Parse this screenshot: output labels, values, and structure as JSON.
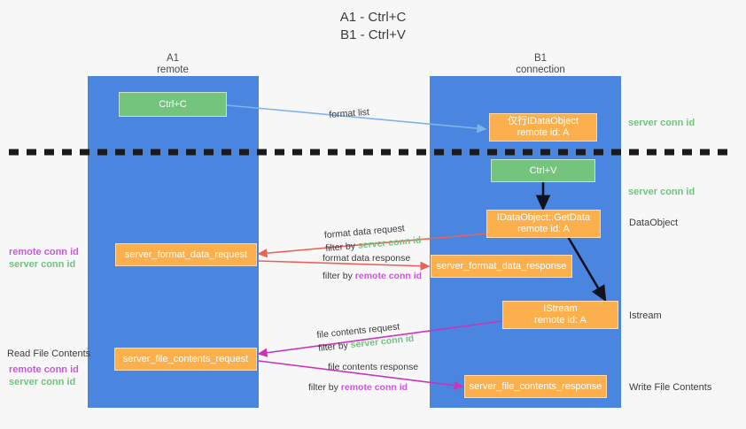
{
  "title": {
    "line1": "A1 - Ctrl+C",
    "line2": "B1 - Ctrl+V"
  },
  "colors": {
    "lane": "#4a86e0",
    "green_node": "#74c47e",
    "orange_node": "#fbb04d",
    "remote_conn_id": "#c45bd6",
    "server_conn_id": "#6fc47e",
    "arrow_lightblue": "#7fb4e8",
    "arrow_red": "#e8625a",
    "arrow_magenta": "#cc33bb",
    "arrow_dark": "#1a1a2e",
    "divider": "#1a1a1a",
    "background": "#f7f7f7"
  },
  "columns": [
    {
      "name": "A1",
      "sub": "remote"
    },
    {
      "name": "B1",
      "sub": "connection"
    }
  ],
  "nodes": {
    "ctrl_c": {
      "label": "Ctrl+C",
      "style": "green"
    },
    "idataobject": {
      "line1": "仅行IDataObject",
      "line2": "remote id: A",
      "style": "orange"
    },
    "ctrl_v": {
      "label": "Ctrl+V",
      "style": "green"
    },
    "getdata": {
      "line1": "IDataObject::GetData",
      "line2": "remote id: A",
      "style": "orange"
    },
    "format_data_request": {
      "label": "server_format_data_request",
      "style": "orange"
    },
    "format_data_response": {
      "label": "server_format_data_response",
      "style": "orange"
    },
    "istream": {
      "line1": "IStream",
      "line2": "remote id: A",
      "style": "orange"
    },
    "file_contents_request": {
      "label": "server_file_contents_request",
      "style": "orange"
    },
    "file_contents_response": {
      "label": "server_file_contents_response",
      "style": "orange"
    }
  },
  "edge_labels": {
    "format_list": "format list",
    "format_data_request": {
      "line1": "format data request",
      "prefix": "filter by ",
      "conn": "server conn id",
      "conn_type": "server"
    },
    "format_data_response": {
      "line1": "format data response",
      "prefix": "filter by ",
      "conn": "remote conn id",
      "conn_type": "remote"
    },
    "file_contents_request": {
      "line1": "file contents request",
      "prefix": "filter by ",
      "conn": "server conn id",
      "conn_type": "server"
    },
    "file_contents_response": {
      "line1": "file contents response",
      "prefix": "filter by ",
      "conn": "remote conn id",
      "conn_type": "remote"
    }
  },
  "right_labels": {
    "server_conn_id_top": "server conn id",
    "server_conn_id_mid": "server conn id",
    "dataobject": "DataObject",
    "istream": "Istream",
    "write_file_contents": "Write File Contents"
  },
  "left_labels": {
    "legend_top": {
      "remote": "remote conn id",
      "server": "server conn id"
    },
    "read_file_contents": "Read File Contents",
    "legend_bottom": {
      "remote": "remote conn id",
      "server": "server conn id"
    }
  }
}
